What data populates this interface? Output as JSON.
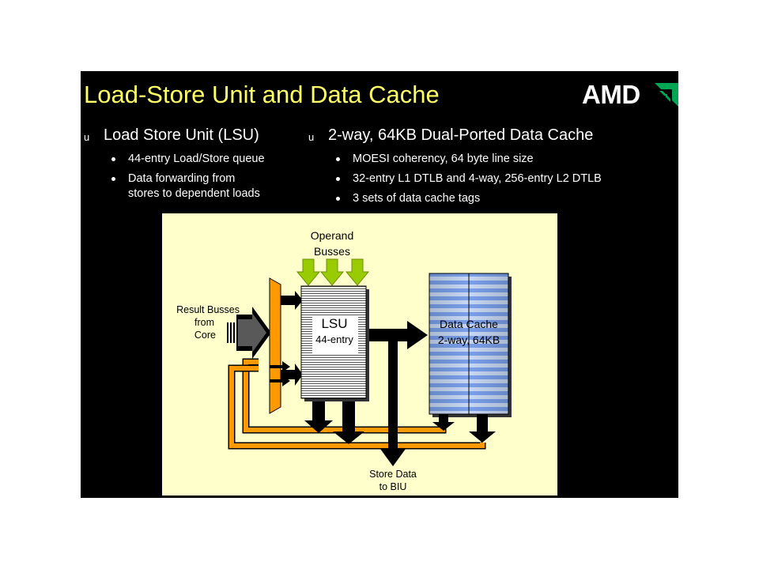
{
  "slide": {
    "title": "Load-Store Unit and Data Cache",
    "logo": "AMD",
    "bullet_marker": "u",
    "left": {
      "heading": "Load Store Unit (LSU)",
      "items": [
        "44-entry Load/Store queue",
        "Data forwarding from",
        "stores to dependent loads"
      ]
    },
    "right": {
      "heading": "2-way, 64KB Dual-Ported Data Cache",
      "items": [
        "MOESI coherency, 64 byte line size",
        "32-entry L1 DTLB and 4-way, 256-entry L2 DTLB",
        "3 sets of data cache tags"
      ]
    }
  },
  "diagram": {
    "operand_busses": [
      "Operand",
      "Busses"
    ],
    "result_busses": [
      "Result Busses",
      "from",
      "Core"
    ],
    "lsu": {
      "label": "LSU",
      "sub": "44-entry"
    },
    "cache": {
      "label": "Data Cache",
      "sub": "2-way, 64KB"
    },
    "store_data": [
      "Store Data",
      "to BIU"
    ]
  },
  "colors": {
    "title": "#ffff66",
    "diagram_bg": "#ffffcc",
    "mux_orange": "#ff9900",
    "operand_arrow_green": "#99cc00",
    "cache_blue": "#6699ee"
  }
}
